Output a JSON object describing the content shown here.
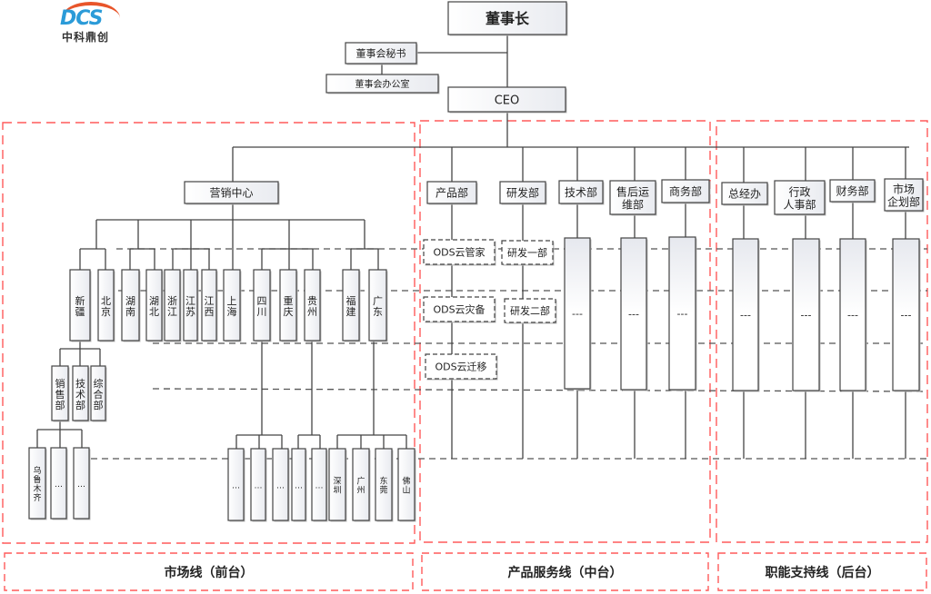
{
  "logo": {
    "brand": "DCS",
    "company": "中科鼎创",
    "arc_color": "#e8552a",
    "brand_color": "#2b9bd8"
  },
  "colors": {
    "region_border": "#ff5a5a",
    "line": "#444444",
    "dash": "#555555",
    "box_border": "#444444"
  },
  "top": {
    "chairman": "董事长",
    "secretary": "董事会秘书",
    "board_office": "董事会办公室",
    "ceo": "CEO"
  },
  "regions": [
    {
      "id": "market",
      "label": "市场线（前台）"
    },
    {
      "id": "product",
      "label": "产品服务线（中台）"
    },
    {
      "id": "support",
      "label": "职能支持线（后台）"
    }
  ],
  "market": {
    "center": "营销中心",
    "provinces": [
      "新疆",
      "北京",
      "湖南",
      "湖北",
      "浙江",
      "江苏",
      "江西",
      "上海",
      "四川",
      "重庆",
      "贵州",
      "福建",
      "广东"
    ],
    "xinjiang_depts": [
      "销售部",
      "技术部",
      "综合部"
    ],
    "xinjiang_cities": [
      "乌鲁木齐",
      "…",
      "…"
    ],
    "other_cities": [
      "…",
      "…",
      "…",
      "…",
      "…",
      "深圳",
      "广州",
      "东莞",
      "佛山"
    ]
  },
  "product": {
    "departments": [
      "产品部",
      "研发部",
      "技术部",
      "售后运维部",
      "商务部"
    ],
    "product_lines": [
      "ODS云管家",
      "ODS云灾备",
      "ODS云迁移"
    ],
    "rd_units": [
      "研发一部",
      "研发二部"
    ],
    "placeholder": "---"
  },
  "support": {
    "departments": [
      "总经办",
      "行政人事部",
      "财务部",
      "市场企划部"
    ],
    "placeholder": "---"
  }
}
